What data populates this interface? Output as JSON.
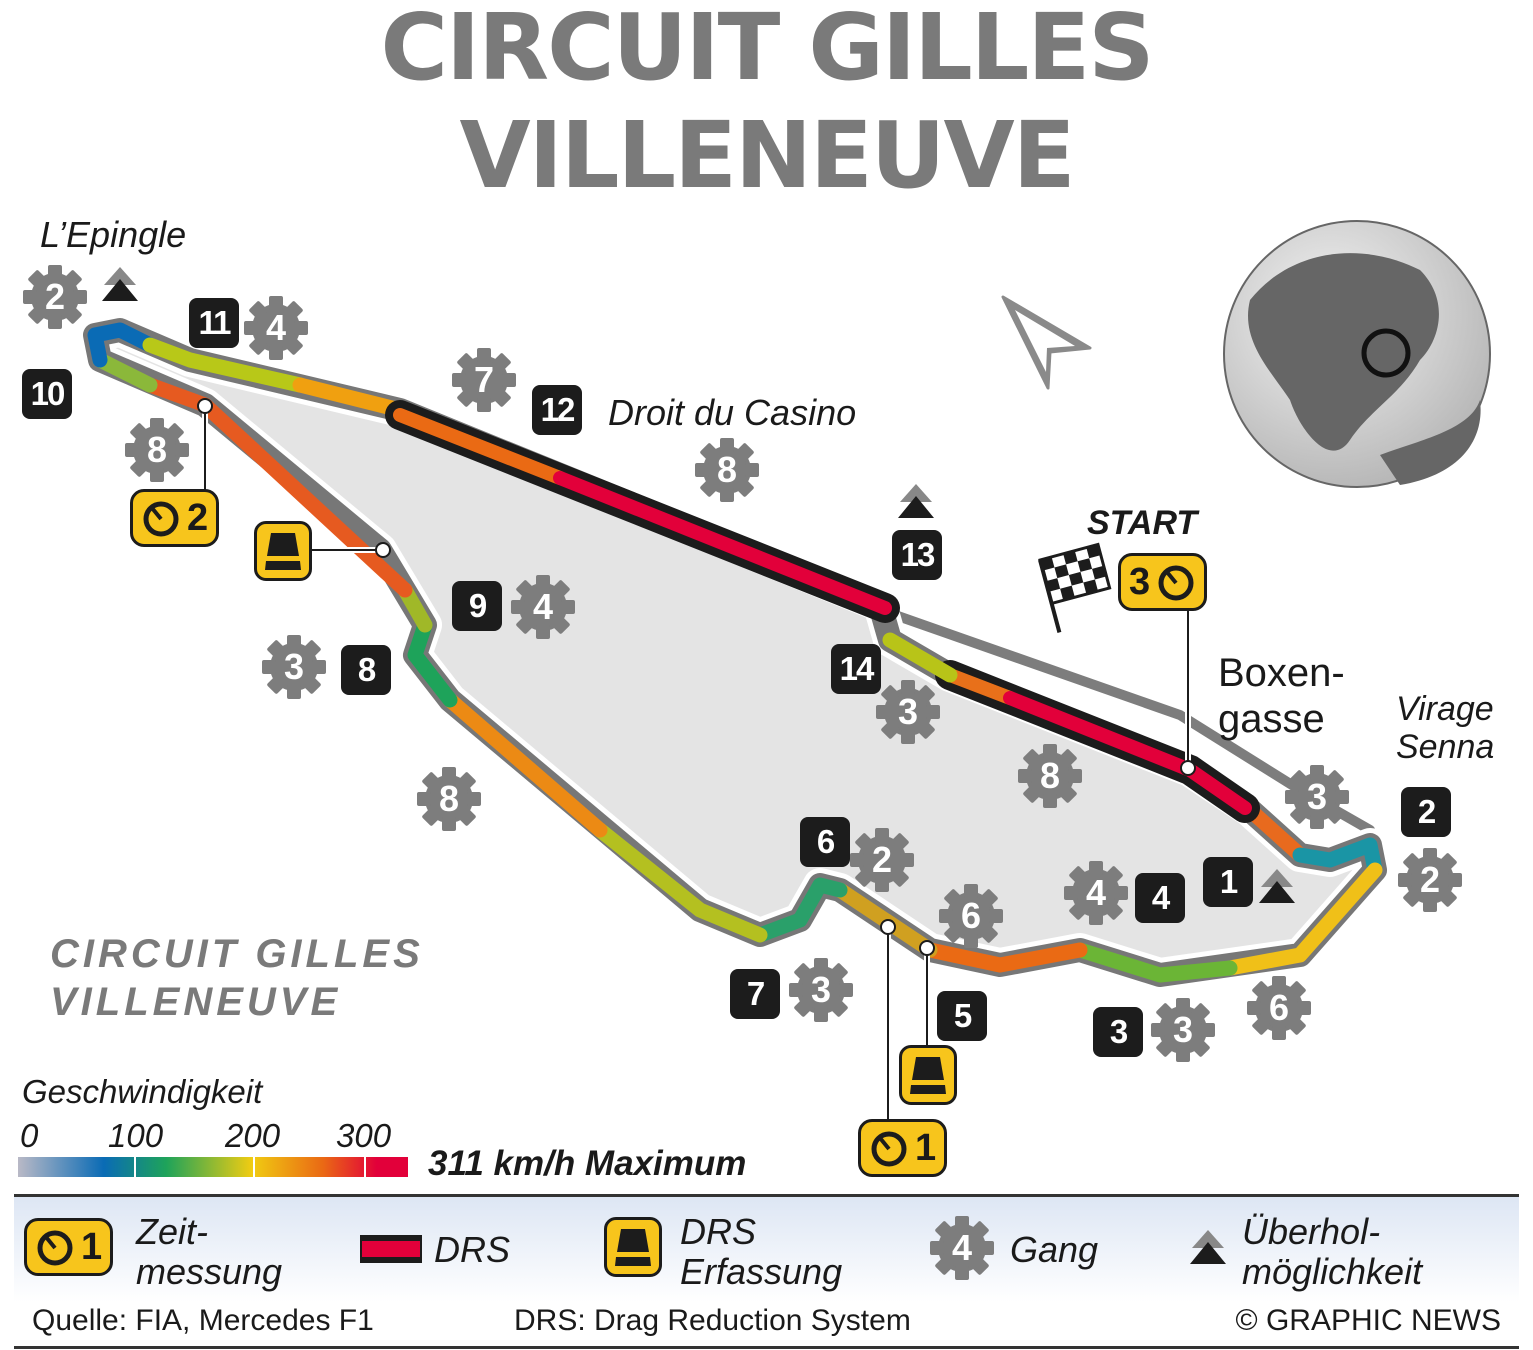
{
  "title": {
    "line1": "CIRCUIT GILLES",
    "line2": "VILLENEUVE"
  },
  "subtitle": {
    "line1": "CIRCUIT GILLES",
    "line2": "VILLENEUVE"
  },
  "corners": [
    "L’Epingle",
    "Droit du Casino",
    "START",
    "Boxen-",
    "gasse",
    "Virage",
    "Senna"
  ],
  "turns": [
    "1",
    "2",
    "3",
    "4",
    "5",
    "6",
    "7",
    "8",
    "9",
    "10",
    "11",
    "12",
    "13",
    "14"
  ],
  "gears": [
    "2",
    "4",
    "7",
    "8",
    "8",
    "4",
    "3",
    "8",
    "3",
    "8",
    "2",
    "6",
    "3",
    "4",
    "3",
    "6",
    "2",
    "3"
  ],
  "timing": [
    "2",
    "3",
    "1"
  ],
  "speed_scale": {
    "label": "Geschwindigkeit",
    "ticks": [
      "0",
      "100",
      "200",
      "300"
    ],
    "max": "311 km/h Maximum",
    "colors": [
      "#b9b9c6",
      "#0a6bb5",
      "#1ea35a",
      "#f0cc12",
      "#ea6a14",
      "#e2003a"
    ]
  },
  "legend": {
    "timing_num": "1",
    "timing_l1": "Zeit-",
    "timing_l2": "messung",
    "drs": "DRS",
    "drsd_l1": "DRS",
    "drsd_l2": "Erfassung",
    "gear_num": "4",
    "gear": "Gang",
    "over_l1": "Überhol-",
    "over_l2": "möglichkeit"
  },
  "footer": {
    "source": "Quelle: FIA, Mercedes F1",
    "drs_note": "DRS: Drag Reduction System",
    "credit": "© GRAPHIC NEWS"
  }
}
